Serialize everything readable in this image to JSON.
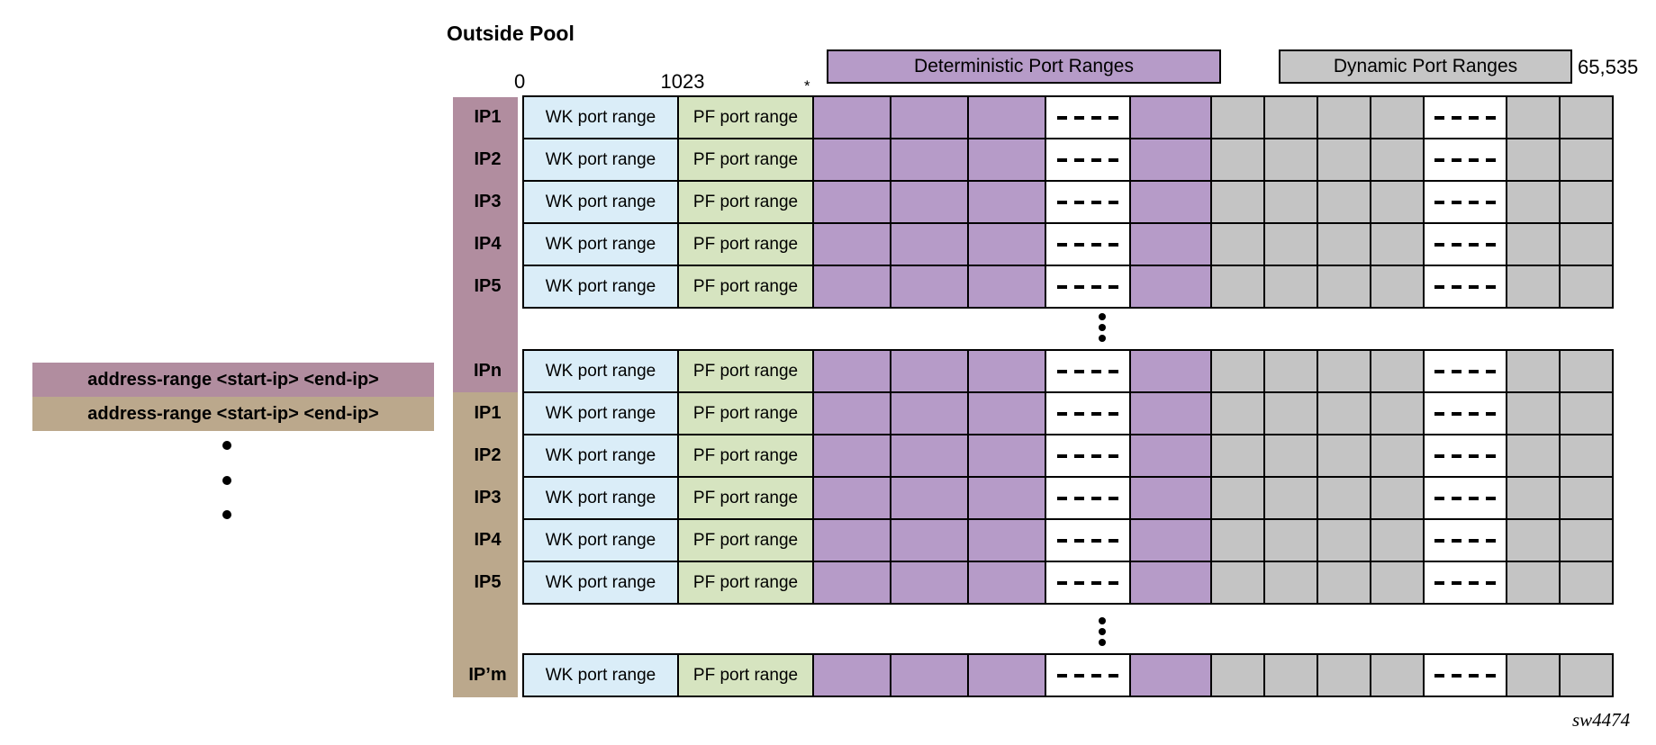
{
  "title": "Outside Pool",
  "axis": {
    "start": "0",
    "wk_boundary": "1023",
    "star": "*",
    "max": "65,535"
  },
  "legend": {
    "deterministic_label": "Deterministic Port Ranges",
    "dynamic_label": "Dynamic Port Ranges"
  },
  "address_ranges": [
    {
      "label": "address-range <start-ip> <end-ip>",
      "color": "#b18d9f"
    },
    {
      "label": "address-range <start-ip> <end-ip>",
      "color": "#bba88c"
    }
  ],
  "cells": {
    "wk_label": "WK port range",
    "pf_label": "PF port range"
  },
  "table": {
    "groups": [
      {
        "bar_color": "#b18d9f",
        "rows": [
          "IP1",
          "IP2",
          "IP3",
          "IP4",
          "IP5"
        ]
      },
      {
        "bar_color": "#b18d9f",
        "rows": [
          "IPn"
        ]
      },
      {
        "bar_color": "#bba88c",
        "rows": [
          "IP1",
          "IP2",
          "IP3",
          "IP4",
          "IP5"
        ]
      },
      {
        "bar_color": "#bba88c",
        "rows": [
          "IP’m"
        ]
      }
    ]
  },
  "figure_id": "sw4474",
  "colors": {
    "deterministic": "#b69bc8",
    "dynamic": "#c4c4c4",
    "wk": "#daedf8",
    "pf": "#d6e4c0",
    "address_range_1": "#b18d9f",
    "address_range_2": "#bba88c",
    "border": "#000000"
  }
}
